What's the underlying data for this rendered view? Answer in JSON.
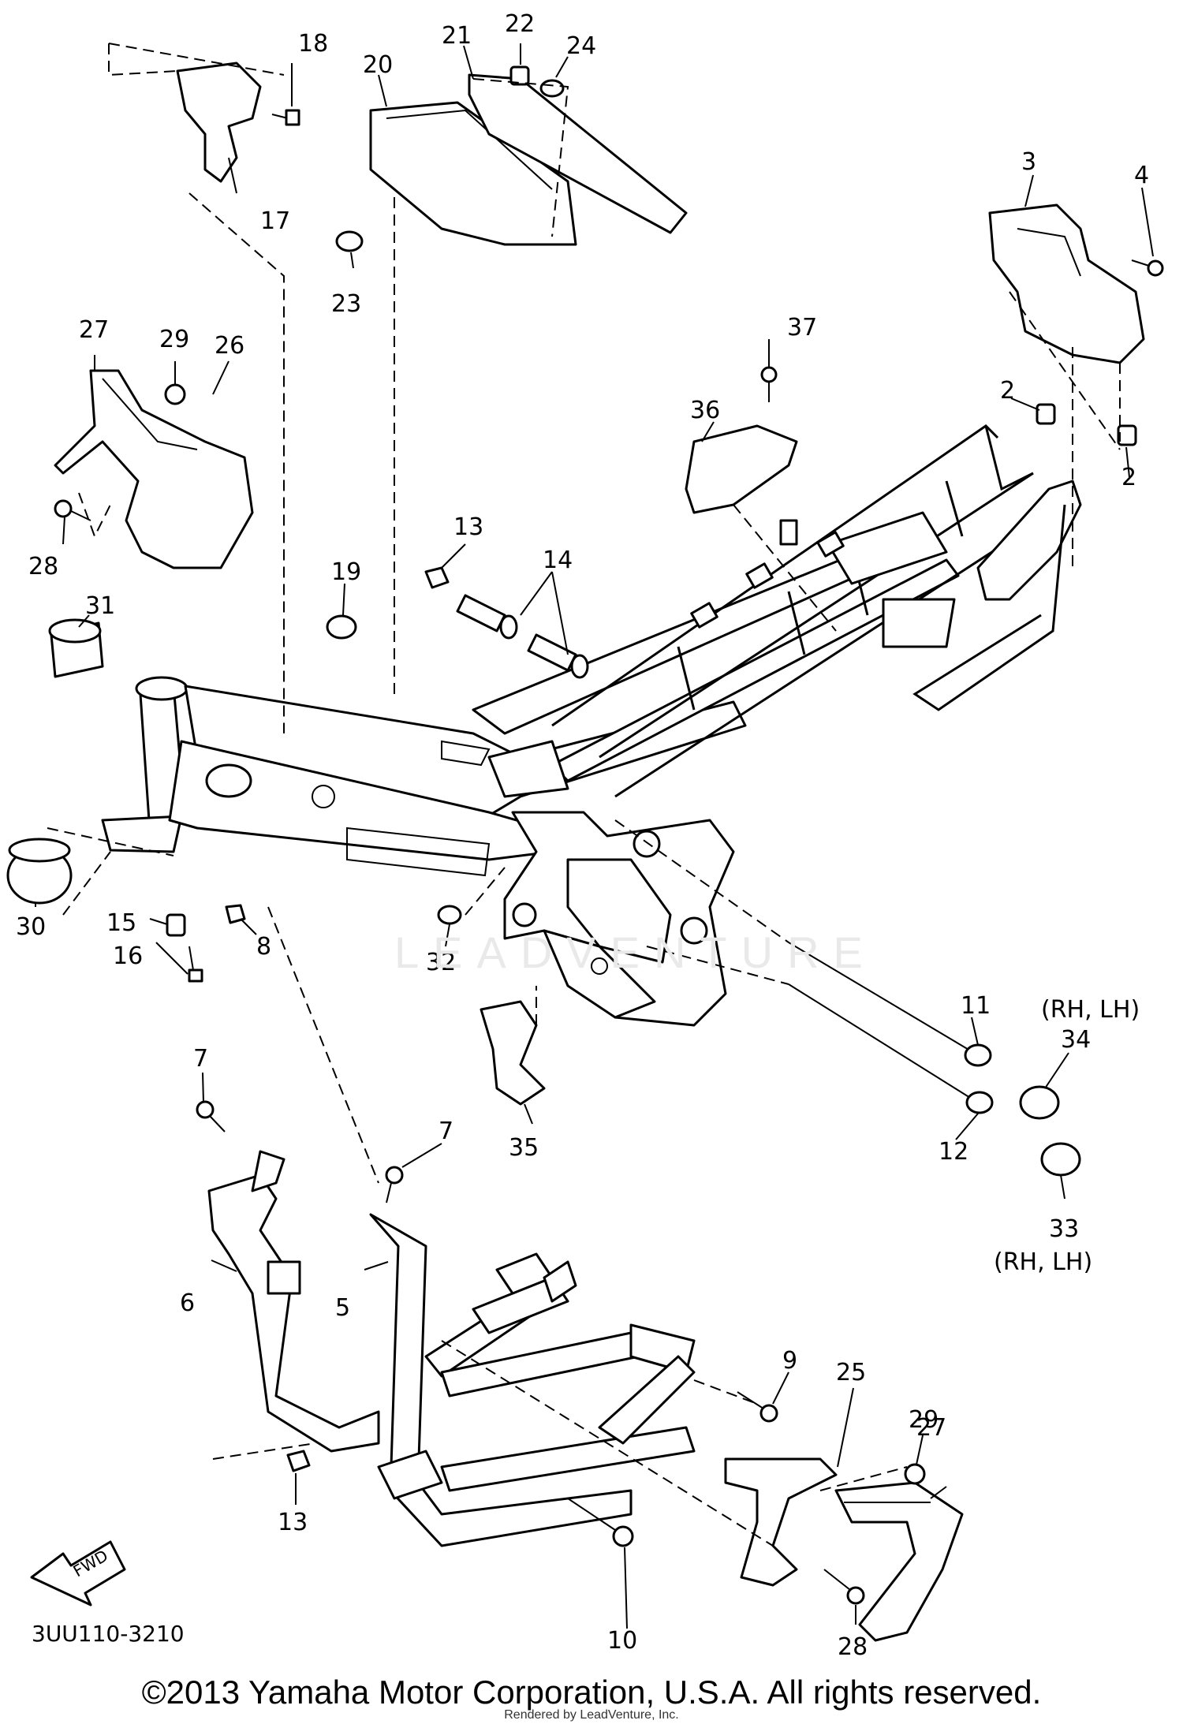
{
  "diagram_code": "3UU110-3210",
  "copyright": "©2013 Yamaha Motor Corporation, U.S.A. All rights reserved.",
  "rendered_by": "Rendered by LeadVenture, Inc.",
  "watermark": "LEADVENTURE",
  "side_note_34": "(RH, LH)",
  "side_note_33": "(RH, LH)",
  "fwd_label": "FWD",
  "callouts": {
    "c1": "2",
    "c2": "2",
    "c3": "3",
    "c4": "4",
    "c5": "5",
    "c6": "6",
    "c7": "7",
    "c8": "7",
    "c9": "8",
    "c10": "9",
    "c11": "10",
    "c12": "11",
    "c13": "12",
    "c14": "13",
    "c15": "13",
    "c16": "14",
    "c17": "15",
    "c18": "16",
    "c19": "17",
    "c20": "18",
    "c21": "19",
    "c22": "20",
    "c23": "21",
    "c24": "22",
    "c25": "23",
    "c26": "24",
    "c27": "25",
    "c28": "26",
    "c29": "27",
    "c30": "27",
    "c31": "28",
    "c32": "28",
    "c33": "29",
    "c34": "29",
    "c35": "30",
    "c36": "31",
    "c37": "32",
    "c38": "33",
    "c39": "34",
    "c40": "35",
    "c41": "36",
    "c42": "37"
  }
}
